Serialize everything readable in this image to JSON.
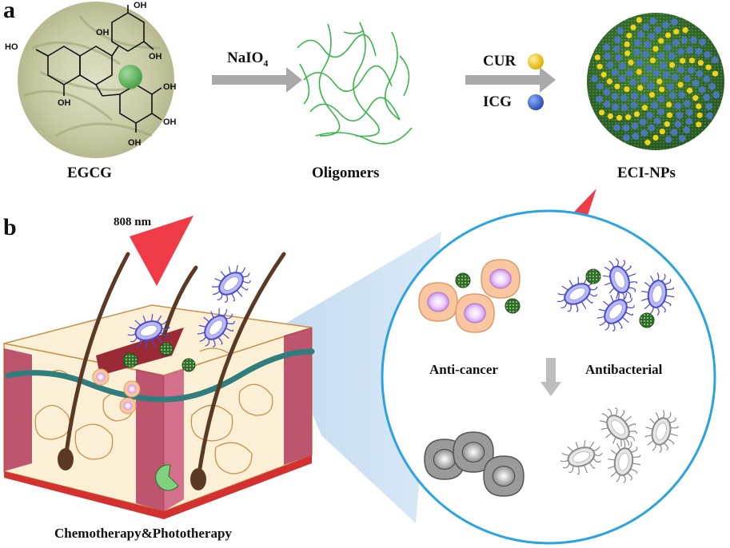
{
  "panel_a": {
    "letter": "a",
    "egcg_label": "EGCG",
    "egcg_oh_groups": [
      "OH",
      "OH",
      "HO",
      "OH",
      "OH",
      "OH",
      "OH",
      "OH"
    ],
    "oxidant": "NaIO",
    "oxidant_subscript": "4",
    "oligomers_label": "Oligomers",
    "cur_label": "CUR",
    "icg_label": "ICG",
    "nanoparticle_label": "ECI-NPs"
  },
  "panel_b": {
    "letter": "b",
    "laser_label": "808 nm",
    "therapy_label": "Chemotherapy&Phototherapy",
    "anti_cancer_label": "Anti-cancer",
    "antibacterial_label": "Antibacterial"
  },
  "colors": {
    "arrow_gray": "#a9a9a9",
    "oligomer_green": "#39b54a",
    "cur_yellow": "#f2c400",
    "icg_blue": "#3b5fc4",
    "laser_red": "#ee3b46",
    "zoom_circle_blue": "#2aa3e0",
    "zoom_fill": "#c8def0",
    "cancer_cell_orange": "#f8c7a0",
    "cancer_nucleus_purple": "#d9a6f0",
    "bacteria_blue": "#5b5bdc",
    "dead_cell_gray": "#9a9a9a",
    "skin_pink": "#b03a5a",
    "skin_cream": "#fbf0d6"
  }
}
